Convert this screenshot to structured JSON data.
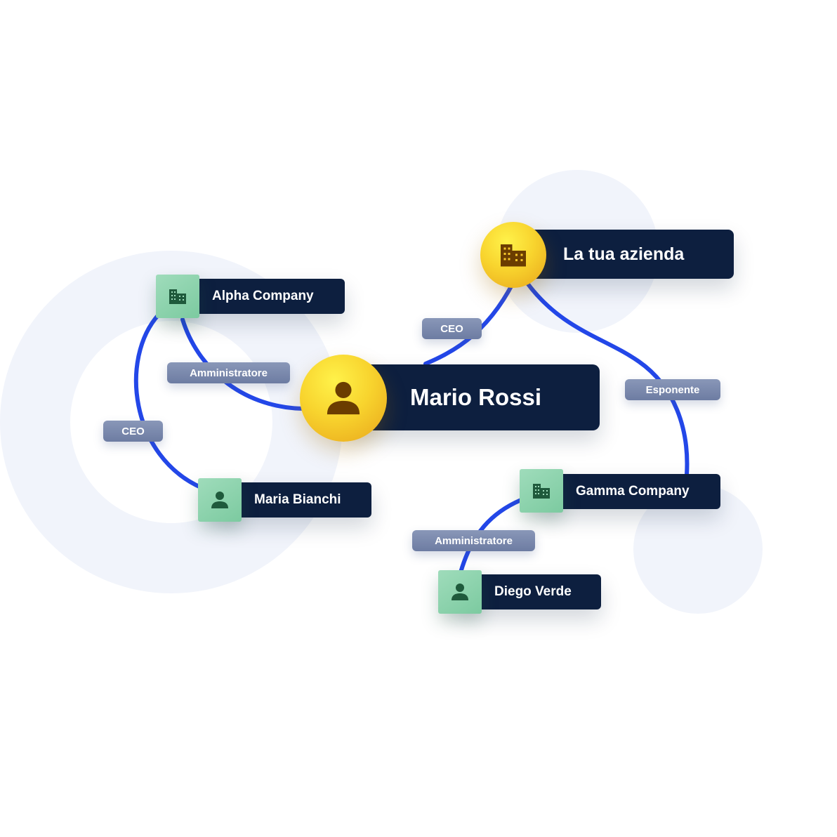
{
  "colors": {
    "navy": "#0d1f3f",
    "edge": "#2347e8",
    "gold": "#f8d42e",
    "green": "#8fd5ae",
    "pill": "#7a88ad",
    "background_shape": "#f1f4fb"
  },
  "nodes": {
    "center_person": {
      "label": "Mario Rossi",
      "icon": "person-icon"
    },
    "your_company": {
      "label": "La tua azienda",
      "icon": "building-icon"
    },
    "alpha_company": {
      "label": "Alpha Company",
      "icon": "building-icon"
    },
    "maria_bianchi": {
      "label": "Maria Bianchi",
      "icon": "person-icon"
    },
    "gamma_company": {
      "label": "Gamma Company",
      "icon": "building-icon"
    },
    "diego_verde": {
      "label": "Diego Verde",
      "icon": "person-icon"
    }
  },
  "edges": {
    "alpha_to_mario": {
      "label": "Amministratore"
    },
    "alpha_to_maria": {
      "label": "CEO"
    },
    "mario_to_your_company": {
      "label": "CEO"
    },
    "your_company_to_gamma": {
      "label": "Esponente"
    },
    "gamma_to_diego": {
      "label": "Amministratore"
    }
  }
}
